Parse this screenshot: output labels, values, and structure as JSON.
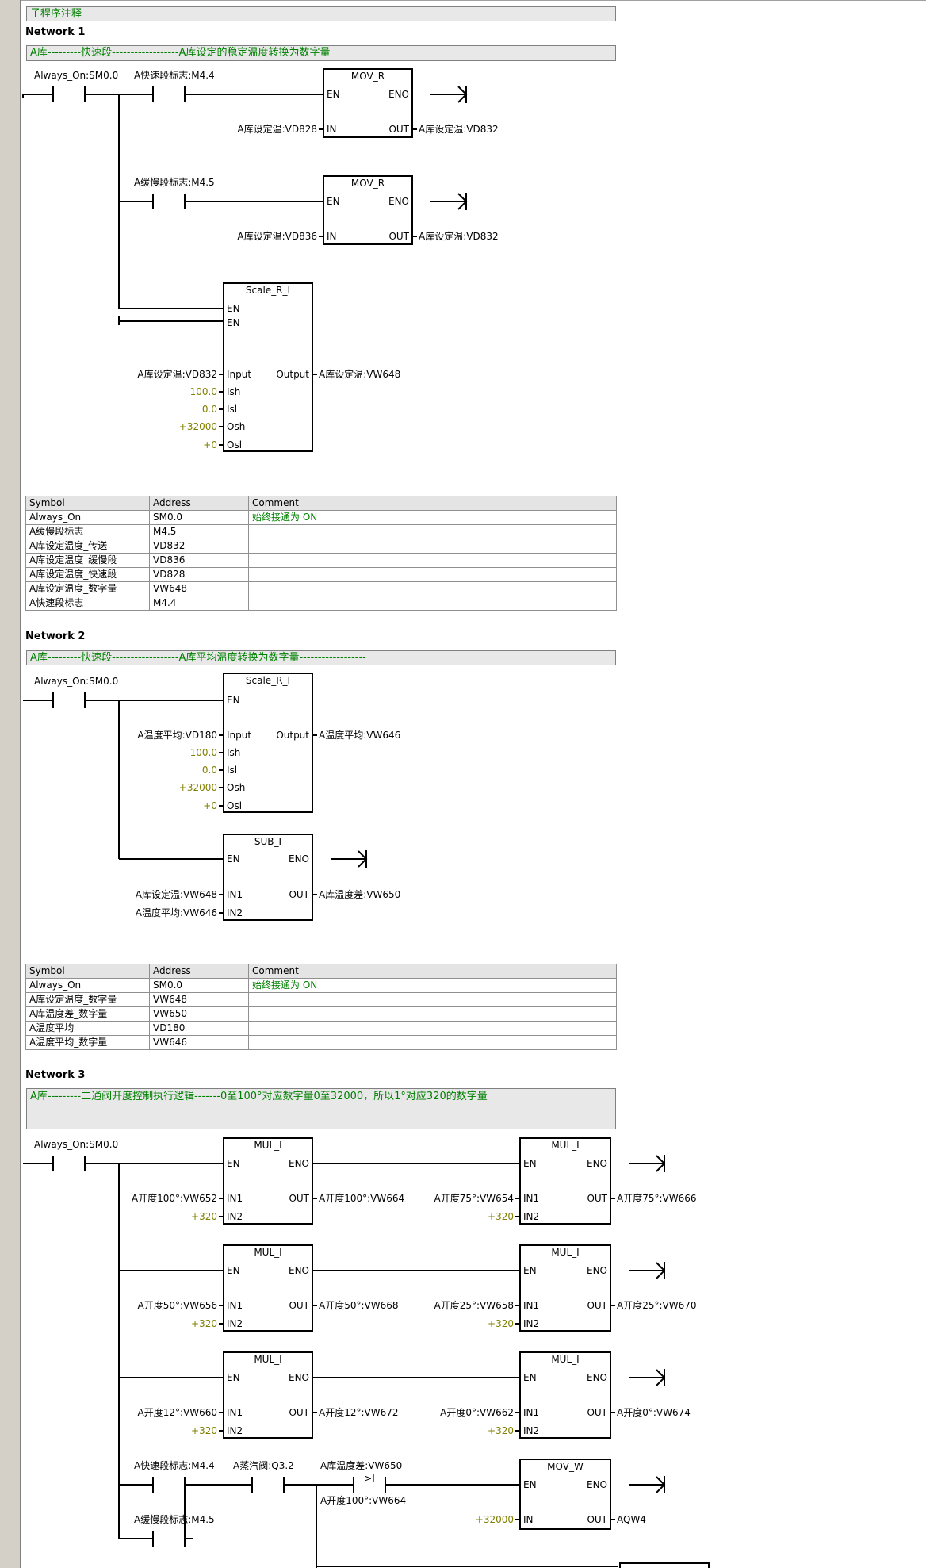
{
  "program_comment": "子程序注释",
  "networks": [
    {
      "title": "Network 1",
      "comment": "A库---------快速段------------------A库设定的稳定温度转换为数字量",
      "contacts": [
        {
          "label": "Always_On:SM0.0"
        },
        {
          "label": "A快速段标志:M4.4"
        },
        {
          "label": "A缓慢段标志:M4.5"
        }
      ],
      "boxes": [
        {
          "title": "MOV_R",
          "pins": [
            "EN",
            "ENO",
            "IN",
            "OUT"
          ],
          "in": "A库设定温:VD828",
          "out": "A库设定温:VD832"
        },
        {
          "title": "MOV_R",
          "pins": [
            "EN",
            "ENO",
            "IN",
            "OUT"
          ],
          "in": "A库设定温:VD836",
          "out": "A库设定温:VD832"
        },
        {
          "title": "Scale_R_I",
          "pins": [
            "EN",
            "EN",
            "Input",
            "Output",
            "Ish",
            "Isl",
            "Osh",
            "Osl"
          ],
          "input": "A库设定温:VD832",
          "output": "A库设定温:VW648",
          "ish": "100.0",
          "isl": "0.0",
          "osh": "+32000",
          "osl": "+0"
        }
      ],
      "symbols": {
        "headers": [
          "Symbol",
          "Address",
          "Comment"
        ],
        "rows": [
          [
            "Always_On",
            "SM0.0",
            "始终接通为 ON"
          ],
          [
            "A缓慢段标志",
            "M4.5",
            ""
          ],
          [
            "A库设定温度_传送",
            "VD832",
            ""
          ],
          [
            "A库设定温度_缓慢段",
            "VD836",
            ""
          ],
          [
            "A库设定温度_快速段",
            "VD828",
            ""
          ],
          [
            "A库设定温度_数字量",
            "VW648",
            ""
          ],
          [
            "A快速段标志",
            "M4.4",
            ""
          ]
        ]
      }
    },
    {
      "title": "Network 2",
      "comment": "A库---------快速段------------------A库平均温度转换为数字量------------------",
      "contacts": [
        {
          "label": "Always_On:SM0.0"
        }
      ],
      "boxes": [
        {
          "title": "Scale_R_I",
          "pins": [
            "EN",
            "Input",
            "Output",
            "Ish",
            "Isl",
            "Osh",
            "Osl"
          ],
          "input": "A温度平均:VD180",
          "output": "A温度平均:VW646",
          "ish": "100.0",
          "isl": "0.0",
          "osh": "+32000",
          "osl": "+0"
        },
        {
          "title": "SUB_I",
          "pins": [
            "EN",
            "ENO",
            "IN1",
            "OUT",
            "IN2"
          ],
          "in1": "A库设定温:VW648",
          "in2": "A温度平均:VW646",
          "out": "A库温度差:VW650"
        }
      ],
      "symbols": {
        "headers": [
          "Symbol",
          "Address",
          "Comment"
        ],
        "rows": [
          [
            "Always_On",
            "SM0.0",
            "始终接通为 ON"
          ],
          [
            "A库设定温度_数字量",
            "VW648",
            ""
          ],
          [
            "A库温度差_数字量",
            "VW650",
            ""
          ],
          [
            "A温度平均",
            "VD180",
            ""
          ],
          [
            "A温度平均_数字量",
            "VW646",
            ""
          ]
        ]
      }
    },
    {
      "title": "Network 3",
      "comment": "A库---------二通阀开度控制执行逻辑-------0至100°对应数字量0至32000，所以1°对应320的数字量",
      "contacts": [
        {
          "label": "Always_On:SM0.0"
        },
        {
          "label": "A快速段标志:M4.4"
        },
        {
          "label": "A蒸汽阀:Q3.2"
        },
        {
          "label": "A缓慢段标志:M4.5"
        }
      ],
      "compare": {
        "symbol": ">I",
        "top": "A库温度差:VW650",
        "bottom": "A开度100°:VW664"
      },
      "muls": [
        {
          "title": "MUL_I",
          "pins": [
            "EN",
            "ENO",
            "IN1",
            "OUT",
            "IN2"
          ],
          "in1": "A开度100°:VW652",
          "in2": "+320",
          "out": "A开度100°:VW664"
        },
        {
          "title": "MUL_I",
          "pins": [
            "EN",
            "ENO",
            "IN1",
            "OUT",
            "IN2"
          ],
          "in1": "A开度75°:VW654",
          "in2": "+320",
          "out": "A开度75°:VW666"
        },
        {
          "title": "MUL_I",
          "pins": [
            "EN",
            "ENO",
            "IN1",
            "OUT",
            "IN2"
          ],
          "in1": "A开度50°:VW656",
          "in2": "+320",
          "out": "A开度50°:VW668"
        },
        {
          "title": "MUL_I",
          "pins": [
            "EN",
            "ENO",
            "IN1",
            "OUT",
            "IN2"
          ],
          "in1": "A开度25°:VW658",
          "in2": "+320",
          "out": "A开度25°:VW670"
        },
        {
          "title": "MUL_I",
          "pins": [
            "EN",
            "ENO",
            "IN1",
            "OUT",
            "IN2"
          ],
          "in1": "A开度12°:VW660",
          "in2": "+320",
          "out": "A开度12°:VW672"
        },
        {
          "title": "MUL_I",
          "pins": [
            "EN",
            "ENO",
            "IN1",
            "OUT",
            "IN2"
          ],
          "in1": "A开度0°:VW662",
          "in2": "+320",
          "out": "A开度0°:VW674"
        }
      ],
      "mov": {
        "title": "MOV_W",
        "pins": [
          "EN",
          "ENO",
          "IN",
          "OUT"
        ],
        "in": "+32000",
        "out": "AQW4"
      }
    }
  ],
  "colors": {
    "wire": "#000000",
    "constant": "#808000",
    "comment_text": "#008000",
    "comment_bg": "#e8e8e8"
  }
}
